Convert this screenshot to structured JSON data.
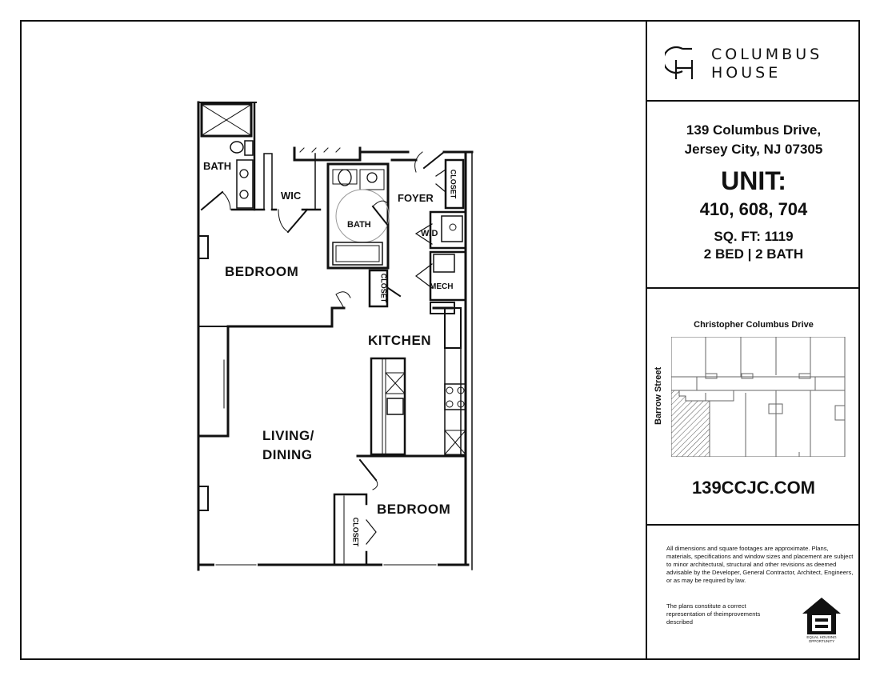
{
  "brand": {
    "logo_monogram": "CH",
    "name_line1": "COLUMBUS",
    "name_line2": "HOUSE"
  },
  "info": {
    "address_line1": "139 Columbus Drive,",
    "address_line2": "Jersey City, NJ 07305",
    "unit_label": "UNIT:",
    "unit_numbers": "410, 608, 704",
    "sqft": "SQ. FT: 1119",
    "bed_bath": "2 BED | 2 BATH"
  },
  "site_map": {
    "street_top": "Christopher Columbus Drive",
    "street_side": "Barrow Street"
  },
  "website": "139CCJC.COM",
  "legal": {
    "disclaimer": "All dimensions and square footages are approximate. Plans, materials, specifications and window sizes and placement are subject to minor architectural, structural and other revisions as deemed advisable by the Developer, General Contractor, Architect, Engineers, or as may be required by law.",
    "representation": "The plans constitute a correct representation of theimprovements described",
    "eho_label": "EQUAL HOUSING OPPORTUNITY"
  },
  "floorplan": {
    "rooms": {
      "bath_master": "BATH",
      "wic": "WIC",
      "bath_second": "BATH",
      "foyer": "FOYER",
      "closet_foyer": "CLOSET",
      "wd": "W/D",
      "mech": "MECH",
      "closet_hall": "CLOSET",
      "bedroom_master": "BEDROOM",
      "kitchen": "KITCHEN",
      "living_dining_line1": "LIVING/",
      "living_dining_line2": "DINING",
      "bedroom_second": "BEDROOM",
      "closet_bedroom": "CLOSET"
    }
  }
}
